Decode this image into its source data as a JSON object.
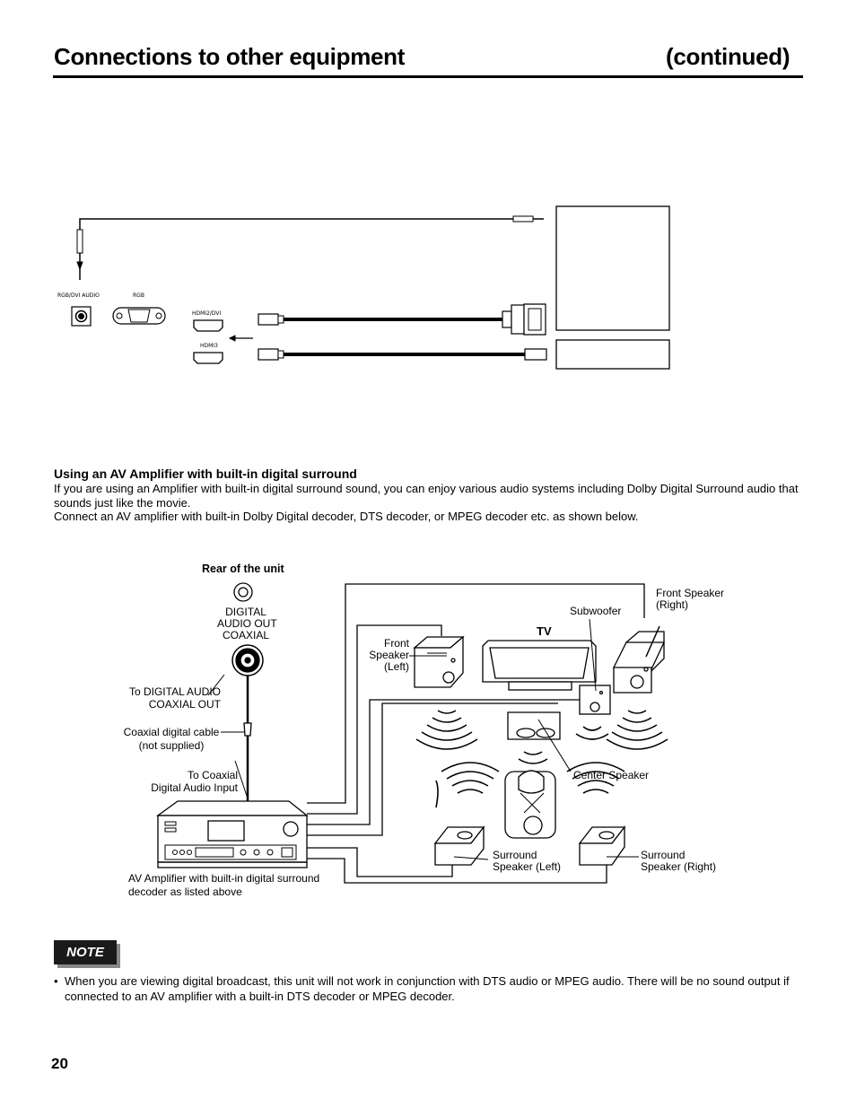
{
  "header": {
    "title": "Connections to other equipment",
    "continued": "(continued)"
  },
  "top_diagram": {
    "rgb_dvi_audio_label": "RGB/DVI AUDIO",
    "rgb_label": "RGB",
    "hdmi2_label": "HDMI2/DVI",
    "hdmi3_label": "HDMI3"
  },
  "section": {
    "heading": "Using an AV Amplifier with built-in digital surround",
    "para1": "If you are using an Amplifier with built-in digital surround sound, you can enjoy various audio systems including Dolby Digital Surround audio that sounds just like the movie.",
    "para2": "Connect an AV amplifier with built-in Dolby Digital decoder, DTS decoder, or MPEG decoder etc. as shown below."
  },
  "bottom_diagram": {
    "rear_of_unit": "Rear of the unit",
    "digital_audio_out": [
      "DIGITAL",
      "AUDIO OUT",
      "COAXIAL"
    ],
    "to_digital_audio": [
      "To DIGITAL AUDIO",
      "COAXIAL OUT"
    ],
    "coaxial_cable": [
      "Coaxial digital cable",
      "(not supplied)"
    ],
    "to_coaxial": [
      "To Coaxial",
      "Digital Audio Input"
    ],
    "amplifier": [
      "AV Amplifier with built-in digital surround",
      "decoder as listed above"
    ],
    "front_left": [
      "Front",
      "Speaker",
      "(Left)"
    ],
    "tv": "TV",
    "subwoofer": "Subwoofer",
    "front_right": [
      "Front Speaker",
      "(Right)"
    ],
    "center": "Center Speaker",
    "surround_left": [
      "Surround",
      "Speaker (Left)"
    ],
    "surround_right": [
      "Surround",
      "Speaker (Right)"
    ]
  },
  "note": {
    "badge": "NOTE",
    "bullet": "•",
    "text": "When you are viewing digital broadcast, this unit will not work in conjunction with DTS audio or MPEG audio. There will be no sound output if connected to an AV amplifier with a built-in DTS decoder or MPEG decoder."
  },
  "page_number": "20"
}
